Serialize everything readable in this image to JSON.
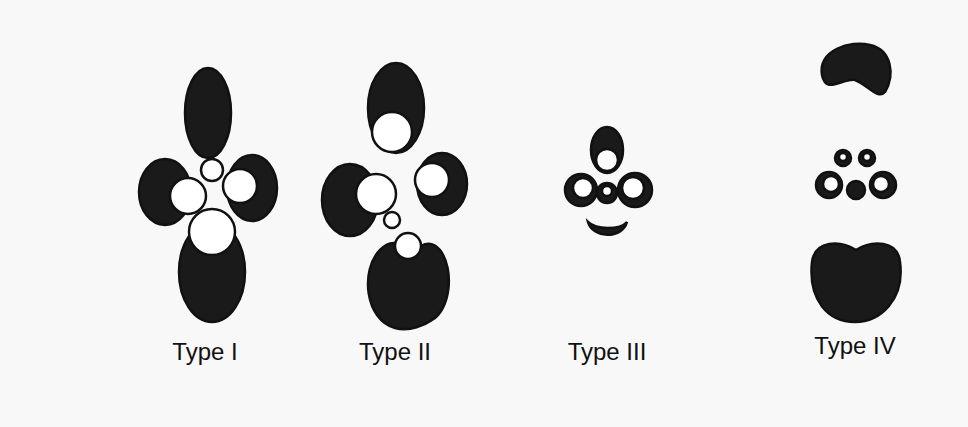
{
  "diagram": {
    "labels": [
      "Type I",
      "Type II",
      "Type III",
      "Type IV"
    ]
  }
}
